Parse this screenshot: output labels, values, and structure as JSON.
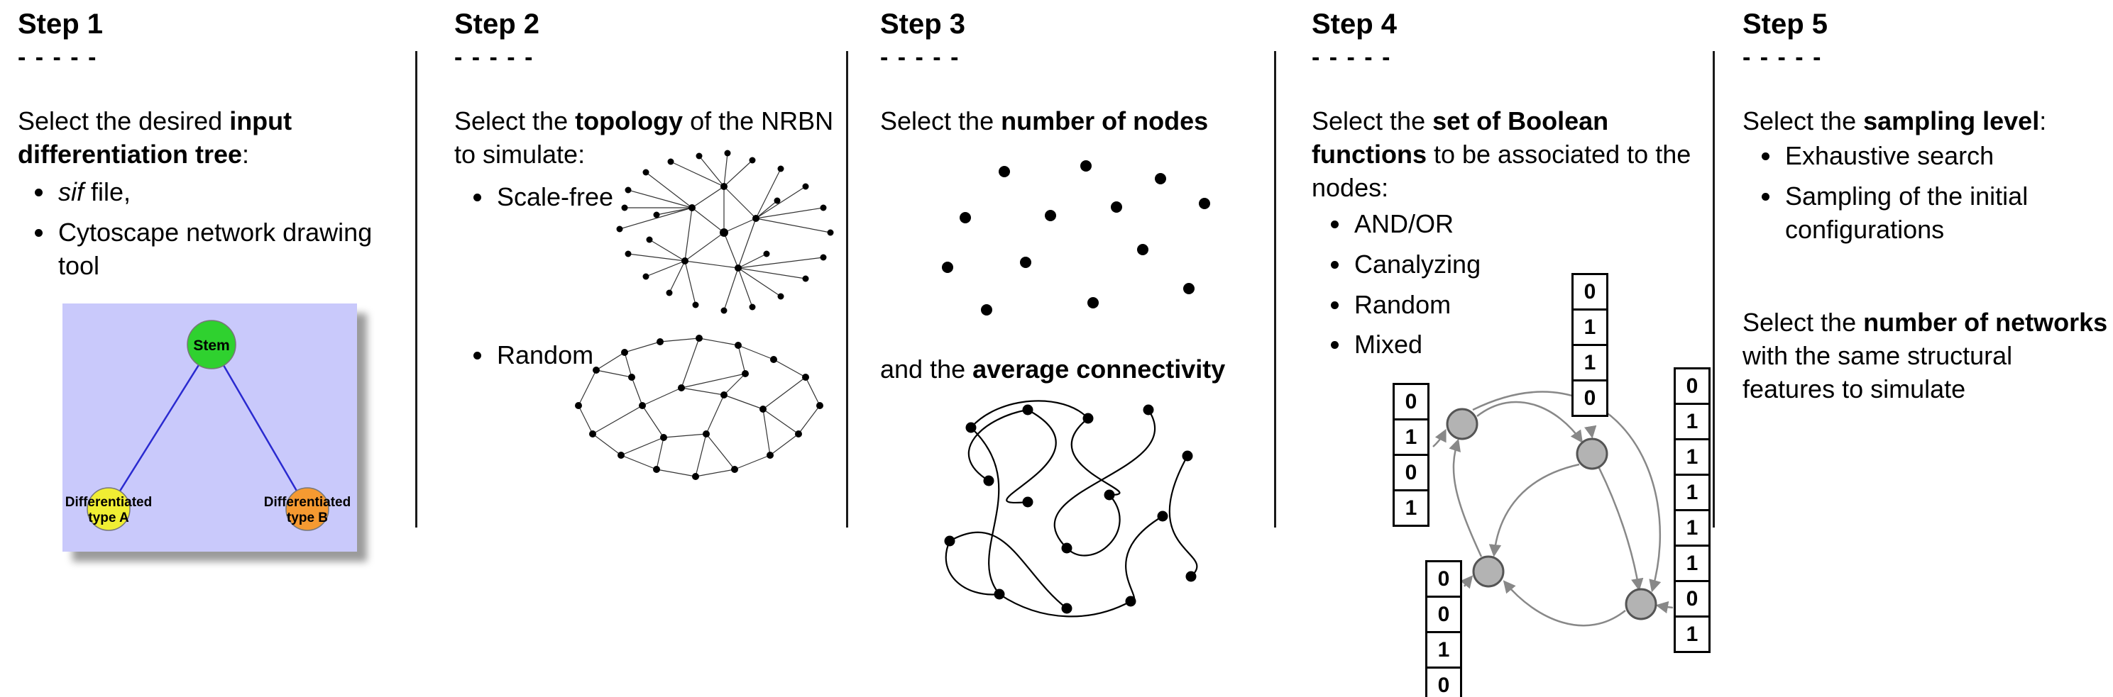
{
  "colors": {
    "tree_background": "#c9c9fb",
    "stem_node": "#2fd12f",
    "type_a_node": "#f0ee33",
    "type_b_node": "#f59a31",
    "tree_edge_blue": "#2a2ad0",
    "boolean_node_gray": "#b3b3b3",
    "arrow_gray": "#888888",
    "divider_black": "#1a1a1a"
  },
  "steps": {
    "step1": {
      "title": "Step 1",
      "dashes": "- - - - -",
      "text": {
        "pre": "Select the desired ",
        "bold": "input differentiation tree",
        "post": ":"
      },
      "bullets": [
        {
          "italic": "sif",
          "rest": " file,"
        },
        {
          "rest": "Cytoscape network drawing tool"
        }
      ],
      "tree": {
        "stem_label": "Stem",
        "node_a_line1": "Differentiated",
        "node_a_line2": "type A",
        "node_b_line1": "Differentiated",
        "node_b_line2": "type B"
      }
    },
    "step2": {
      "title": "Step 2",
      "dashes": "- - - - -",
      "text": {
        "pre": "Select the ",
        "bold": "topology",
        "post": " of the NRBN to simulate:"
      },
      "bullets": [
        {
          "label": "Scale-free"
        },
        {
          "label": "Random"
        }
      ]
    },
    "step3": {
      "title": "Step 3",
      "dashes": "- - - - -",
      "text1": {
        "pre": "Select the ",
        "bold": "number of nodes",
        "post": ""
      },
      "text2": {
        "pre": "and the ",
        "bold": "average connectivity",
        "post": ""
      }
    },
    "step4": {
      "title": "Step 4",
      "dashes": "- - - - -",
      "text": {
        "pre": "Select the ",
        "bold": "set of Boolean functions",
        "post": " to be associated to the nodes:"
      },
      "bullets": [
        "AND/OR",
        "Canalyzing",
        "Random",
        "Mixed"
      ],
      "truth_tables": {
        "left": [
          "0",
          "1",
          "0",
          "1"
        ],
        "top": [
          "0",
          "1",
          "1",
          "0"
        ],
        "bottom": [
          "0",
          "0",
          "1",
          "0"
        ],
        "right": [
          "0",
          "1",
          "1",
          "1",
          "1",
          "1",
          "0",
          "1"
        ]
      }
    },
    "step5": {
      "title": "Step 5",
      "dashes": "- - - - -",
      "text1": {
        "pre": "Select the ",
        "bold": "sampling level",
        "post": ":"
      },
      "bullets": [
        "Exhaustive search",
        "Sampling of the initial configurations"
      ],
      "text2": {
        "pre": "Select the ",
        "bold": "number of networks",
        "post": " with the same structural features to simulate"
      }
    }
  }
}
